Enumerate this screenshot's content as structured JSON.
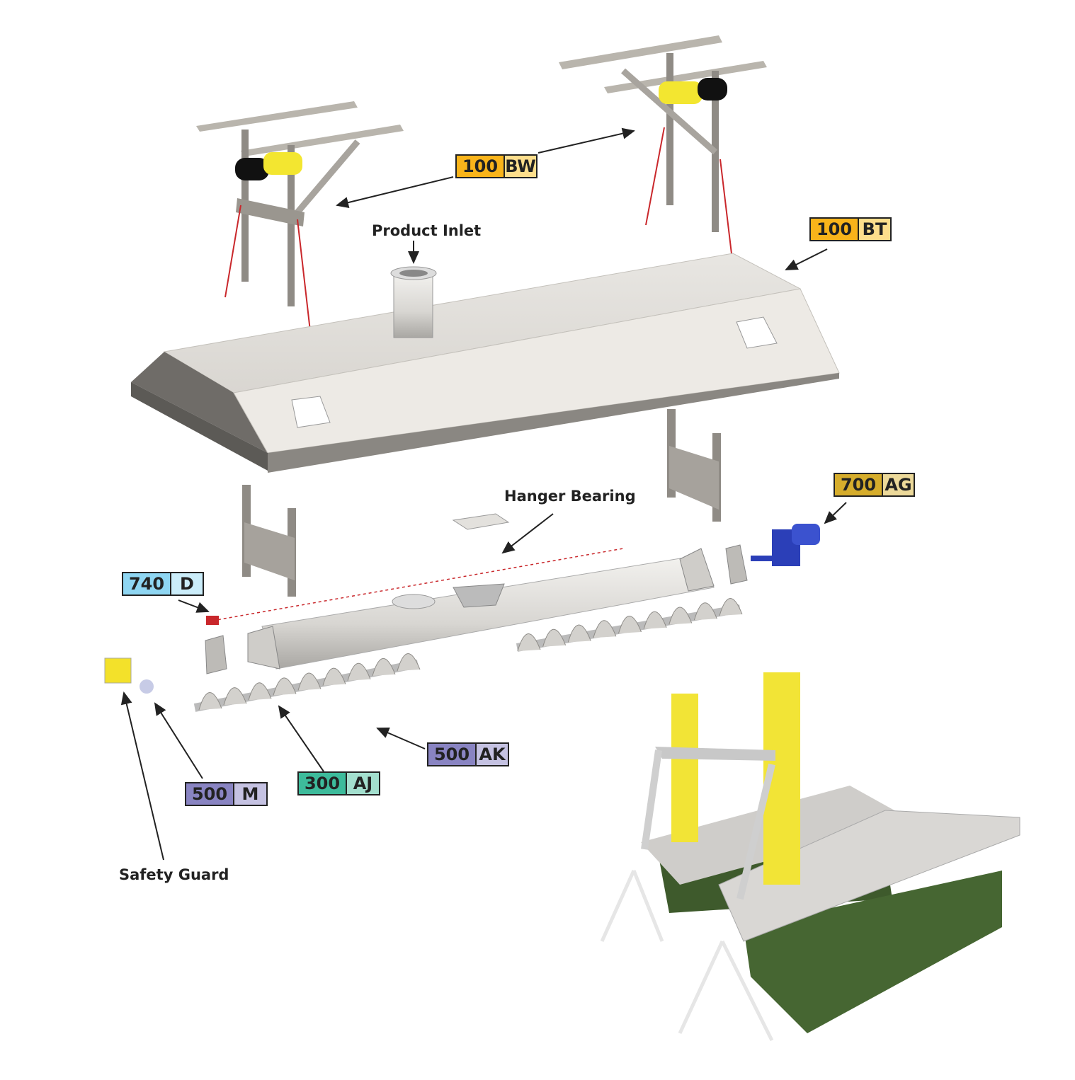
{
  "labels": [
    {
      "num": "100",
      "code": "BW",
      "dark": "#f9b41a",
      "light": "#fdde8c"
    },
    {
      "num": "100",
      "code": "BT",
      "dark": "#f9b41a",
      "light": "#fdde8c"
    },
    {
      "num": "700",
      "code": "AG",
      "dark": "#d6ad2c",
      "light": "#ecd99a"
    },
    {
      "num": "740",
      "code": "D",
      "dark": "#8fd6f2",
      "light": "#cbedfa"
    },
    {
      "num": "500",
      "code": "M",
      "dark": "#8984c2",
      "light": "#c5c2e2"
    },
    {
      "num": "300",
      "code": "AJ",
      "dark": "#3dbb9b",
      "light": "#a3dfce"
    },
    {
      "num": "500",
      "code": "AK",
      "dark": "#8984c2",
      "light": "#c5c2e2"
    }
  ],
  "annotations": {
    "product_inlet": "Product Inlet",
    "hanger_bearing": "Hanger Bearing",
    "safety_guard": "Safety Guard"
  }
}
